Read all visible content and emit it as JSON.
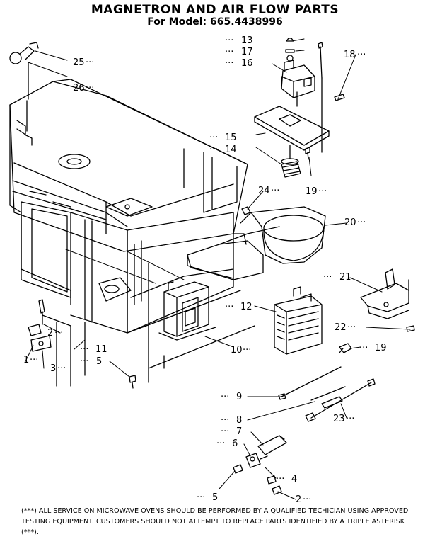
{
  "title": "MAGNETRON AND AIR FLOW PARTS",
  "subtitle": "For Model: 665.4438996",
  "callouts": {
    "p1": "1",
    "p2a": "2",
    "p2b": "2",
    "p3": "3",
    "p4": "4",
    "p5a": "5",
    "p5b": "5",
    "p6": "6",
    "p7": "7",
    "p8": "8",
    "p9": "9",
    "p10": "10",
    "p11": "11",
    "p12": "12",
    "p13": "13",
    "p14": "14",
    "p15": "15",
    "p16": "16",
    "p17": "17",
    "p18": "18",
    "p19a": "19",
    "p19b": "19",
    "p20": "20",
    "p21": "21",
    "p22": "22",
    "p23": "23",
    "p24": "24",
    "p25": "25",
    "p26": "26"
  },
  "footnote": "(***) ALL SERVICE ON MICROWAVE OVENS SHOULD BE PERFORMED BY A QUALIFIED TECHICIAN USING APPROVED TESTING EQUIPMENT. CUSTOMERS SHOULD NOT ATTEMPT TO REPLACE PARTS IDENTIFIED BY A TRIPLE ASTERISK (***)."
}
